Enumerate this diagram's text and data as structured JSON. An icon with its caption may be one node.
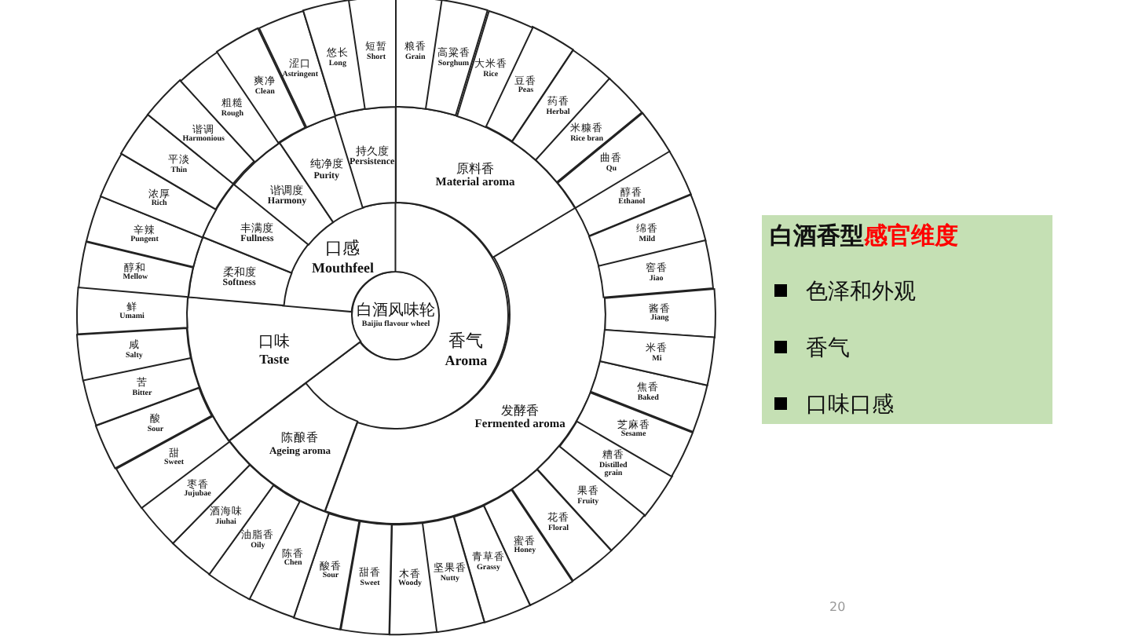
{
  "diagram": {
    "nodes": [
      {
        "text": [
          "白酒风味轮",
          "Baijiu flavour wheel"
        ]
      },
      {
        "text": [
          "口感",
          "Mouthfeel"
        ]
      },
      {
        "text": [
          "香气",
          "Aroma"
        ]
      },
      {
        "text": [
          "口味",
          "Taste"
        ]
      },
      {
        "text": [
          "原料香",
          "Material aroma"
        ]
      },
      {
        "text": [
          "发酵香",
          "Fermented aroma"
        ]
      },
      {
        "text": [
          "陈酿香",
          "Ageing aroma"
        ]
      },
      {
        "text": [
          "柔和度",
          "Softness"
        ]
      },
      {
        "text": [
          "丰满度",
          "Fullness"
        ]
      },
      {
        "text": [
          "谐调度",
          "Harmony"
        ]
      },
      {
        "text": [
          "纯净度",
          "Purity"
        ]
      },
      {
        "text": [
          "持久度",
          "Persistence"
        ]
      },
      {
        "text": [
          "粮香",
          "Grain"
        ]
      },
      {
        "text": [
          "高粱香",
          "Sorghum"
        ]
      },
      {
        "text": [
          "大米香",
          "Rice"
        ]
      },
      {
        "text": [
          "豆香",
          "Peas"
        ]
      },
      {
        "text": [
          "药香",
          "Herbal"
        ]
      },
      {
        "text": [
          "米糠香",
          "Rice bran"
        ]
      },
      {
        "text": [
          "曲香",
          "Qu"
        ]
      },
      {
        "text": [
          "醇香",
          "Ethanol"
        ]
      },
      {
        "text": [
          "绵香",
          "Mild"
        ]
      },
      {
        "text": [
          "窖香",
          "Jiao"
        ]
      },
      {
        "text": [
          "酱香",
          "Jiang"
        ]
      },
      {
        "text": [
          "米香",
          "Mi"
        ]
      },
      {
        "text": [
          "焦香",
          "Baked"
        ]
      },
      {
        "text": [
          "芝麻香",
          "Sesame"
        ]
      },
      {
        "text": [
          "糟香",
          "Distilled grain"
        ]
      },
      {
        "text": [
          "果香",
          "Fruity"
        ]
      },
      {
        "text": [
          "花香",
          "Floral"
        ]
      },
      {
        "text": [
          "蜜香",
          "Honey"
        ]
      },
      {
        "text": [
          "青草香",
          "Grassy"
        ]
      },
      {
        "text": [
          "坚果香",
          "Nutty"
        ]
      },
      {
        "text": [
          "木香",
          "Woody"
        ]
      },
      {
        "text": [
          "甜香",
          "Sweet"
        ]
      },
      {
        "text": [
          "酸香",
          "Sour"
        ]
      },
      {
        "text": [
          "陈香",
          "Chen"
        ]
      },
      {
        "text": [
          "油脂香",
          "Oily"
        ]
      },
      {
        "text": [
          "酒海味",
          "Jiuhai"
        ]
      },
      {
        "text": [
          "枣香",
          "Jujubae"
        ]
      },
      {
        "text": [
          "甜",
          "Sweet"
        ]
      },
      {
        "text": [
          "酸",
          "Sour"
        ]
      },
      {
        "text": [
          "苦",
          "Bitter"
        ]
      },
      {
        "text": [
          "咸",
          "Salty"
        ]
      },
      {
        "text": [
          "鲜",
          "Umami"
        ]
      },
      {
        "text": [
          "醇和",
          "Mellow"
        ]
      },
      {
        "text": [
          "辛辣",
          "Pungent"
        ]
      },
      {
        "text": [
          "浓厚",
          "Rich"
        ]
      },
      {
        "text": [
          "平淡",
          "Thin"
        ]
      },
      {
        "text": [
          "谐调",
          "Harmonious"
        ]
      },
      {
        "text": [
          "粗糙",
          "Rough"
        ]
      },
      {
        "text": [
          "爽净",
          "Clean"
        ]
      },
      {
        "text": [
          "涩口",
          "Astringent"
        ]
      },
      {
        "text": [
          "悠长",
          "Long"
        ]
      },
      {
        "text": [
          "短暂",
          "Short"
        ]
      },
      {
        "text": [
          "白酒香型",
          "感官维度",
          "色泽和外观",
          "香气",
          "口味口感"
        ]
      }
    ],
    "labels": [
      "20"
    ]
  }
}
